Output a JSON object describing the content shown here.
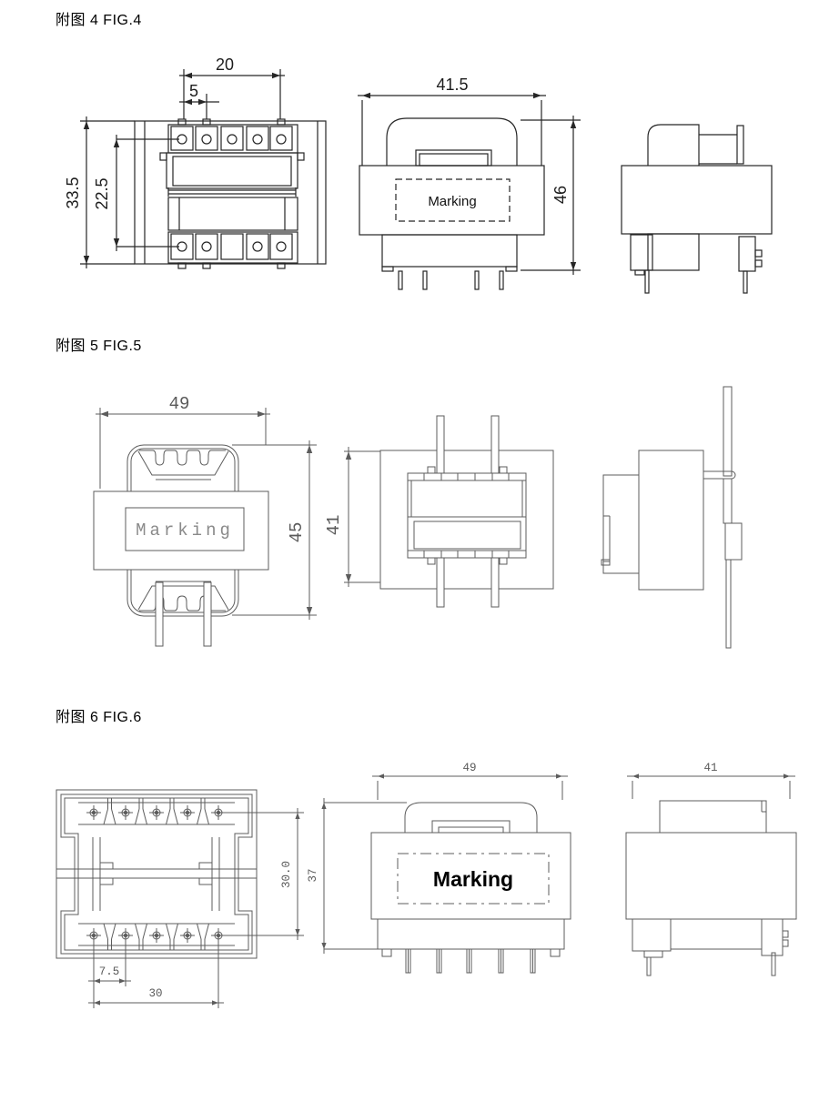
{
  "figures": [
    {
      "title": "附图 4 FIG.4",
      "marking": "Marking",
      "dims": {
        "pin_span": "20",
        "pin_pitch": "5",
        "overall_height": "33.5",
        "row_spacing": "22.5",
        "front_width": "41.5",
        "front_height": "46"
      }
    },
    {
      "title": "附图 5 FIG.5",
      "marking": "Marking",
      "dims": {
        "top_width": "49",
        "top_height": "45",
        "front_height": "41"
      }
    },
    {
      "title": "附图 6 FIG.6",
      "marking": "Marking",
      "dims": {
        "front_width": "49",
        "front_height": "37",
        "row_spacing": "30.0",
        "pin_pitch": "7.5",
        "pin_span": "30",
        "side_width": "41"
      }
    }
  ]
}
